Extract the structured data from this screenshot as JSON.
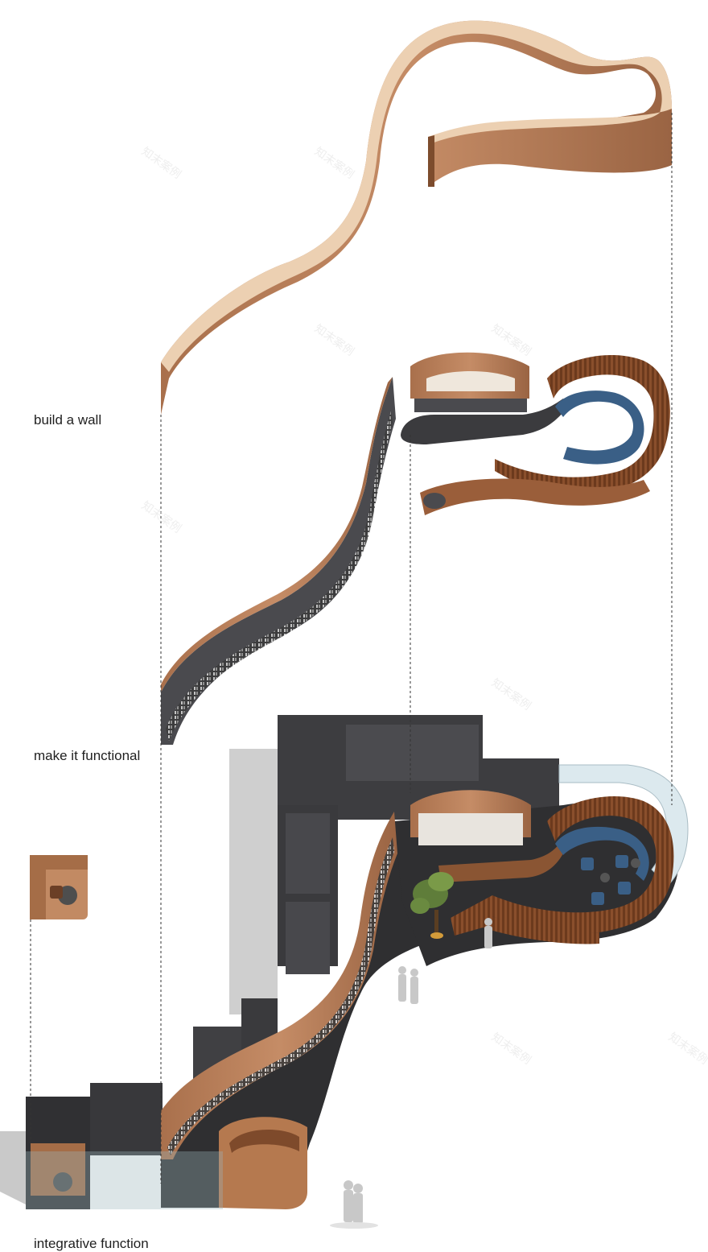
{
  "labels": {
    "stage1": "build a wall",
    "stage2": "make it functional",
    "stage3": "integrative function"
  },
  "palette": {
    "wall_top": "#e8c8a8",
    "wall_side": "#b9805a",
    "wall_dark": "#8f5a38",
    "slat": "#7a4425",
    "floor": "#2e2e30",
    "block": "#3d3d40",
    "block_light": "#55555a",
    "shadow": "#c7c7c7",
    "seat_blue": "#3a5f86",
    "glass": "#cfe0e6",
    "guide_line": "#333333"
  }
}
